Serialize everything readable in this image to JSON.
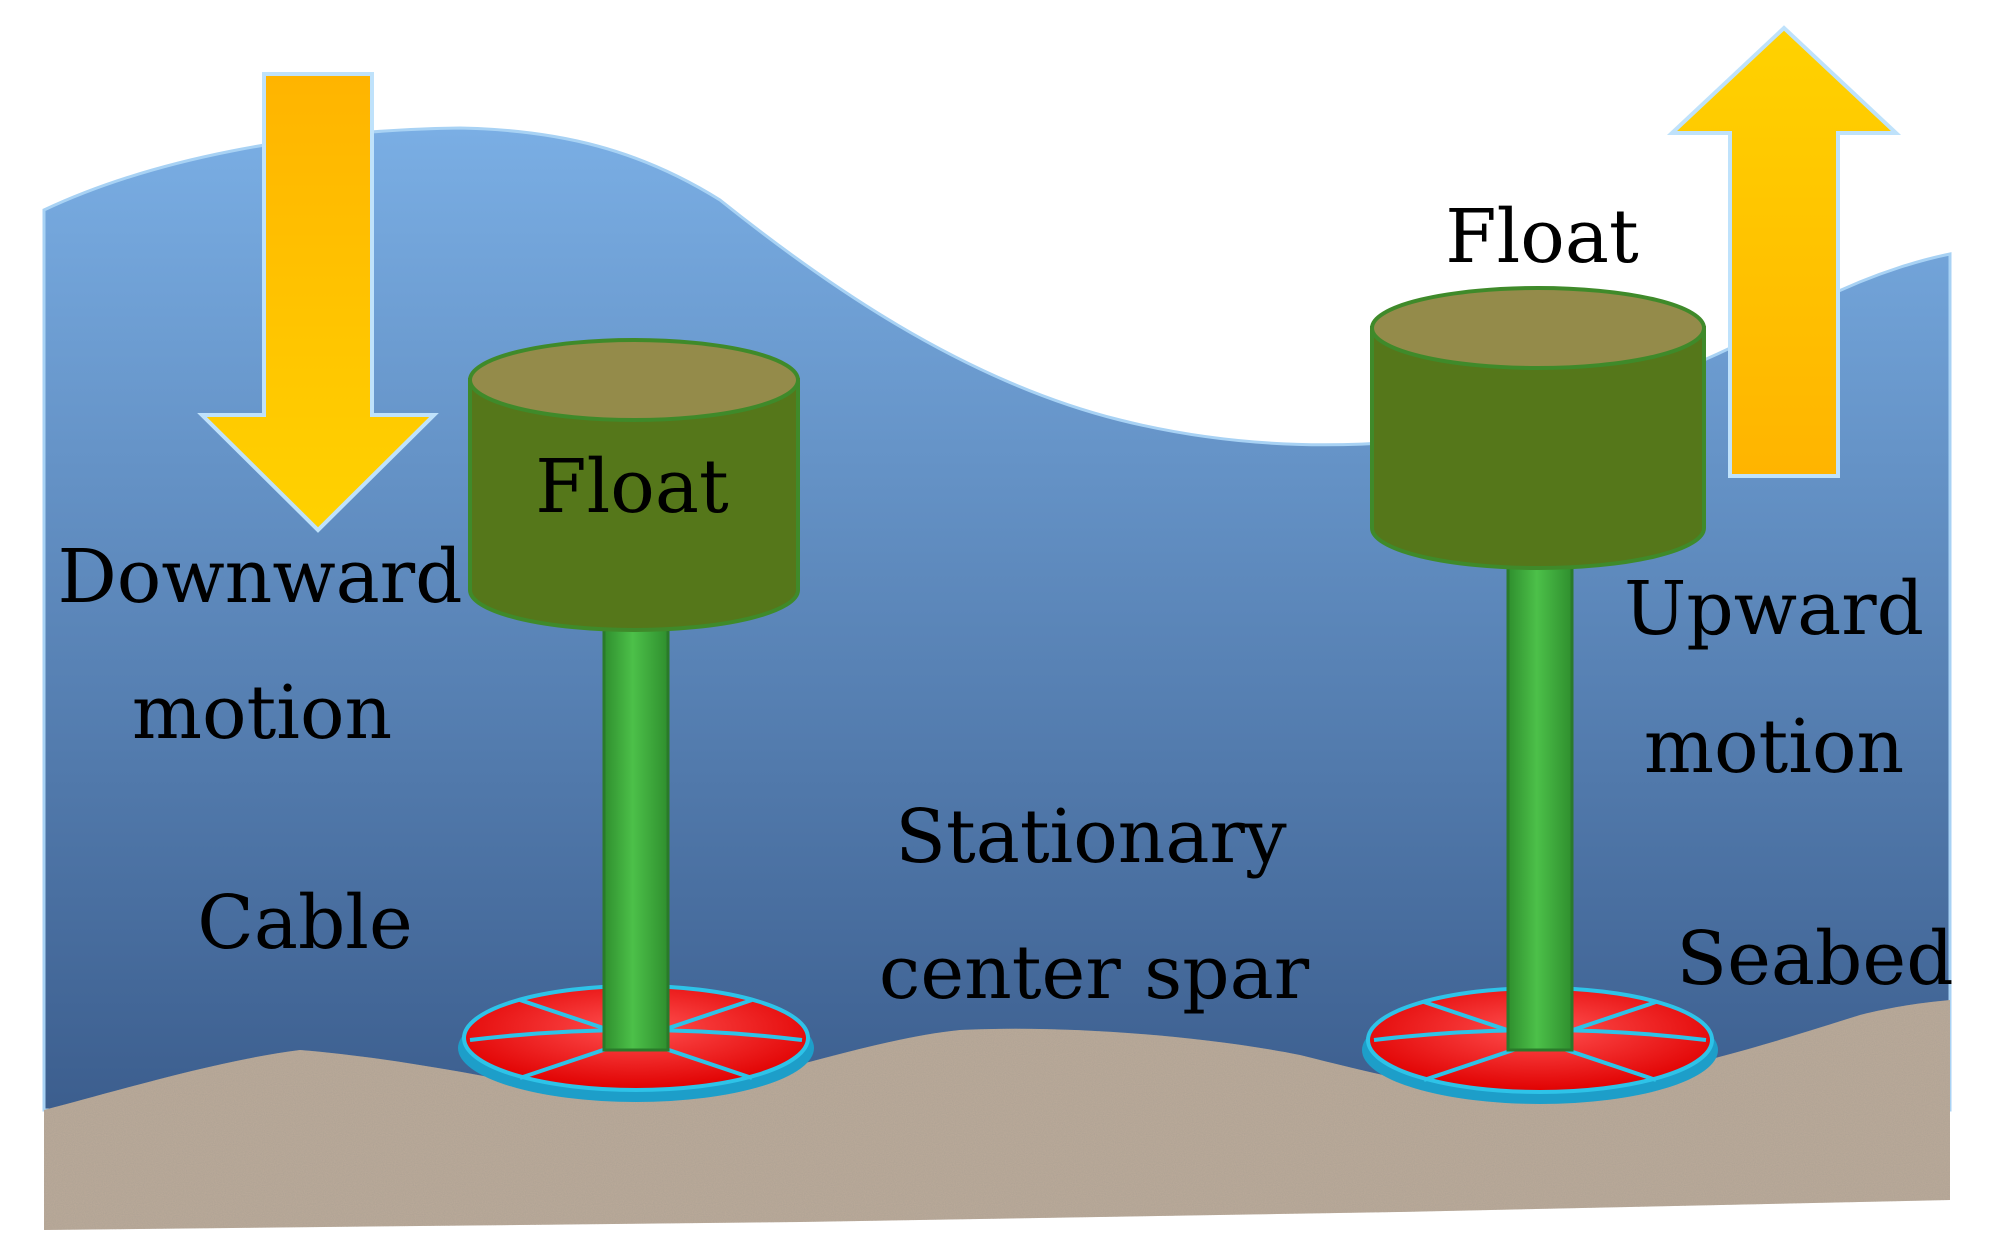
{
  "labels": {
    "float_left": "Float",
    "float_right": "Float",
    "downward_line1": "Downward",
    "downward_line2": "motion",
    "upward_line1": "Upward",
    "upward_line2": "motion",
    "cable": "Cable",
    "stationary_line1": "Stationary",
    "stationary_line2": "center spar",
    "seabed": "Seabed"
  },
  "colors": {
    "water_top": "#7aaee4",
    "water_bottom": "#3c5e8e",
    "arrow_top": "#ffc000",
    "arrow_bottom": "#ffd200",
    "float_top": "#948b4a",
    "float_body": "#55771a",
    "spar": "#3fad3d",
    "base_red": "#ff1414",
    "base_lines": "#2ec3e8",
    "seabed": "#b8a898"
  }
}
